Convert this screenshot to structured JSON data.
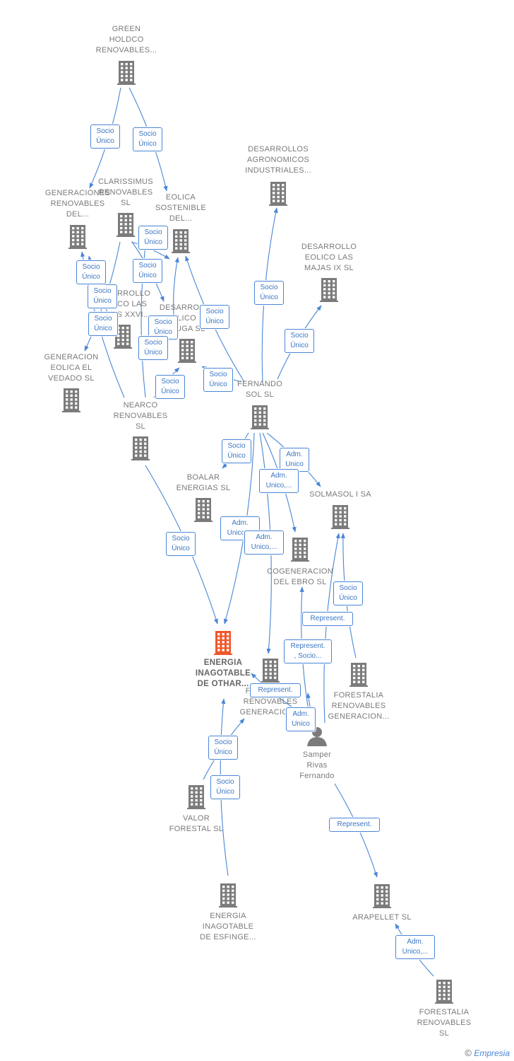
{
  "colors": {
    "edge": "#4a86d6",
    "company": "#7b7b7b",
    "main_company": "#f0572a",
    "person": "#7b7b7b"
  },
  "nodes": [
    {
      "id": "green",
      "label": "GREEN\nHOLDCO\nRENOVABLES...",
      "icon": "building-icon"
    },
    {
      "id": "desagro",
      "label": "DESARROLLOS\nAGRONOMICOS\nINDUSTRIALES...",
      "icon": "building-icon"
    },
    {
      "id": "clarissimus",
      "label": "CLARISSIMUS\nRENOVABLES\nSL",
      "icon": "building-icon"
    },
    {
      "id": "generaciones",
      "label": "GENERACIONES\nRENOVABLES\nDEL...",
      "icon": "building-icon"
    },
    {
      "id": "eolicasost",
      "label": "EOLICA\nSOSTENIBLE\nDEL...",
      "icon": "building-icon"
    },
    {
      "id": "majas",
      "label": "DESARROLLO\nEOLICO LAS\nMAJAS IX  SL",
      "icon": "building-icon"
    },
    {
      "id": "xxvi",
      "label": "DESARROLLO\nEOLICO LAS\nMAJAS XXVI...",
      "icon": "building-icon"
    },
    {
      "id": "muga",
      "label": "DESARROLLO\nEOLICO LA\nMUGA SL",
      "icon": "building-icon"
    },
    {
      "id": "elvedado",
      "label": "GENERACION\nEOLICA EL\nVEDADO SL",
      "icon": "building-icon"
    },
    {
      "id": "fernando",
      "label": "FERNANDO\nSOL SL",
      "icon": "building-icon"
    },
    {
      "id": "nearco",
      "label": "NEARCO\nRENOVABLES\nSL",
      "icon": "building-icon"
    },
    {
      "id": "boalar",
      "label": "BOALAR\nENERGIAS  SL",
      "icon": "building-icon"
    },
    {
      "id": "solmasol",
      "label": "SOLMASOL I SA",
      "icon": "building-icon"
    },
    {
      "id": "cogen",
      "label": "COGENERACION\nDEL EBRO  SL",
      "icon": "building-icon"
    },
    {
      "id": "othar",
      "label": "ENERGIA\nINAGOTABLE\nDE OTHAR...",
      "icon": "building-icon",
      "main": true
    },
    {
      "id": "forgen1",
      "label": "FORESTALIA\nRENOVABLES\nGENERACION...",
      "icon": "building-icon"
    },
    {
      "id": "forgen2",
      "label": "FORESTALIA\nRENOVABLES\nGENERACION...",
      "icon": "building-icon"
    },
    {
      "id": "samper",
      "label": "Samper\nRivas\nFernando",
      "icon": "person-icon"
    },
    {
      "id": "valor",
      "label": "VALOR\nFORESTAL SL",
      "icon": "building-icon"
    },
    {
      "id": "esfinge",
      "label": "ENERGIA\nINAGOTABLE\nDE ESFINGE...",
      "icon": "building-icon"
    },
    {
      "id": "arapellet",
      "label": "ARAPELLET  SL",
      "icon": "building-icon"
    },
    {
      "id": "forsl",
      "label": "FORESTALIA\nRENOVABLES\nSL",
      "icon": "building-icon"
    }
  ],
  "edges": [
    {
      "from": "green",
      "to": "generaciones",
      "label": "Socio\nÚnico"
    },
    {
      "from": "green",
      "to": "eolicasost",
      "label": "Socio\nÚnico"
    },
    {
      "from": "fernando",
      "to": "desagro",
      "label": "Socio\nÚnico"
    },
    {
      "from": "fernando",
      "to": "majas",
      "label": "Socio\nÚnico"
    },
    {
      "from": "fernando",
      "to": "eolicasost",
      "label": "Socio\nÚnico"
    },
    {
      "from": "fernando",
      "to": "muga",
      "label": "Socio\nÚnico"
    },
    {
      "from": "fernando",
      "to": "boalar",
      "label": "Socio\nÚnico"
    },
    {
      "from": "fernando",
      "to": "solmasol",
      "label": "Adm.\nUnico"
    },
    {
      "from": "fernando",
      "to": "cogen",
      "label": "Adm.\nUnico,..."
    },
    {
      "from": "fernando",
      "to": "othar",
      "label": "Adm.\nUnico,..."
    },
    {
      "from": "fernando",
      "to": "forgen1",
      "label": "Adm.\nUnico,..."
    },
    {
      "from": "clarissimus",
      "to": "eolicasost",
      "label": "Socio\nÚnico"
    },
    {
      "from": "clarissimus",
      "to": "xxvi",
      "label": "Socio\nÚnico"
    },
    {
      "from": "clarissimus",
      "to": "elvedado",
      "label": "Socio\nÚnico"
    },
    {
      "from": "nearco",
      "to": "generaciones",
      "label": "Socio\nÚnico"
    },
    {
      "from": "nearco",
      "to": "clarissimus",
      "label": "Socio\nÚnico"
    },
    {
      "from": "nearco",
      "to": "muga",
      "label": "Socio\nÚnico"
    },
    {
      "from": "nearco",
      "to": "othar",
      "label": "Socio\nÚnico"
    },
    {
      "from": "xxvi",
      "to": "generaciones",
      "label": "Socio\nÚnico"
    },
    {
      "from": "muga",
      "to": "eolicasost",
      "label": "Socio\nÚnico"
    },
    {
      "from": "samper",
      "to": "cogen",
      "label": "Represent."
    },
    {
      "from": "samper",
      "to": "solmasol",
      "label": "Represent.\n, Socio..."
    },
    {
      "from": "samper",
      "to": "forgen1",
      "label": "Represent."
    },
    {
      "from": "samper",
      "to": "othar",
      "label": "Adm.\nUnico"
    },
    {
      "from": "samper",
      "to": "arapellet",
      "label": "Represent."
    },
    {
      "from": "forgen2",
      "to": "solmasol",
      "label": "Socio\nÚnico"
    },
    {
      "from": "valor",
      "to": "forgen1",
      "label": "Socio\nÚnico"
    },
    {
      "from": "esfinge",
      "to": "othar",
      "label": "Socio\nÚnico"
    },
    {
      "from": "forsl",
      "to": "arapellet",
      "label": "Adm.\nUnico,..."
    }
  ],
  "copyright": {
    "symbol": "©",
    "brand": "Empresia"
  }
}
